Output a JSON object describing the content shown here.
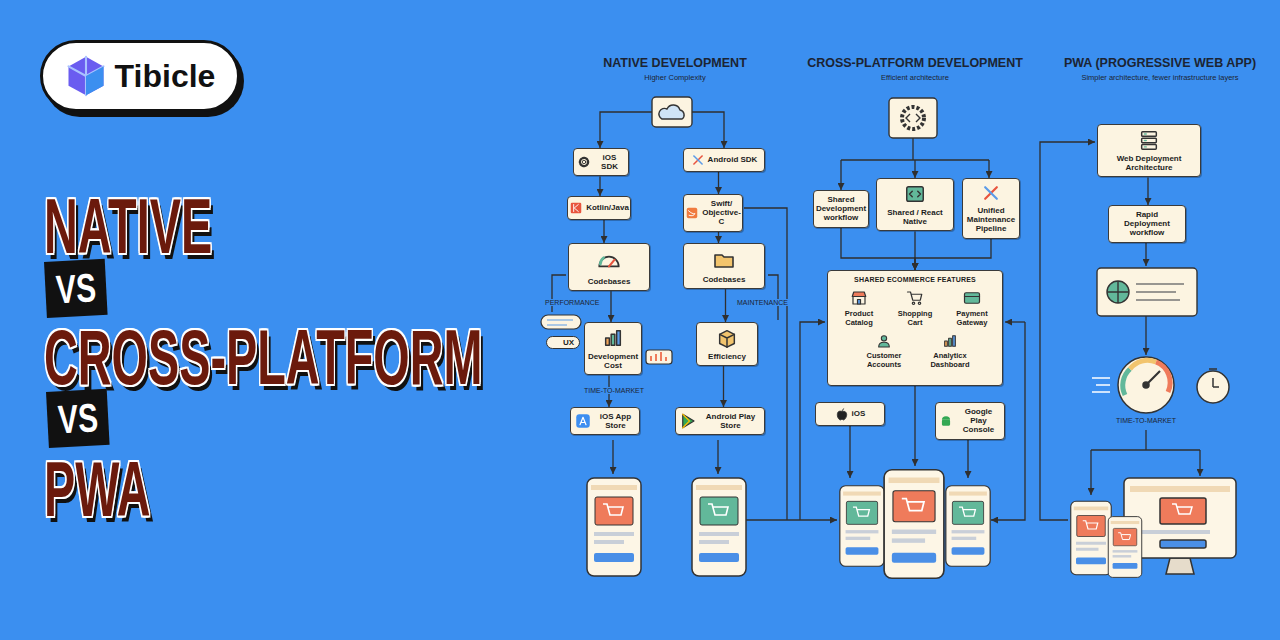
{
  "diagram": {
    "nodes": [
      {
        "text": [
          "Tibicle"
        ]
      },
      {
        "text": [
          "iOS SDK"
        ]
      },
      {
        "text": [
          "Android SDK"
        ]
      },
      {
        "text": [
          "Kotlin/Java"
        ]
      },
      {
        "text": [
          "Swift/ Objective-C"
        ]
      },
      {
        "text": [
          "Codebases"
        ]
      },
      {
        "text": [
          "Codebases"
        ]
      },
      {
        "text": [
          "Development Cost"
        ]
      },
      {
        "text": [
          "Efficiency"
        ]
      },
      {
        "text": [
          "iOS App Store"
        ]
      },
      {
        "text": [
          "Android Play Store"
        ]
      },
      {
        "text": [
          "Shared Development workflow"
        ]
      },
      {
        "text": [
          "Shared / React Native"
        ]
      },
      {
        "text": [
          "Unified Maintenance Pipeline"
        ]
      },
      {
        "text": [
          "SHARED ECOMMERCE FEATURES"
        ]
      },
      {
        "text": [
          "Product Catalog"
        ],
        "in": 14
      },
      {
        "text": [
          "Shopping Cart"
        ],
        "in": 14
      },
      {
        "text": [
          "Payment Gateway"
        ],
        "in": 14
      },
      {
        "text": [
          "Customer Accounts"
        ],
        "in": 14
      },
      {
        "text": [
          "Analyticx Dashboard"
        ],
        "in": 14
      },
      {
        "text": [
          "iOS"
        ]
      },
      {
        "text": [
          "Google Play Console"
        ]
      },
      {
        "text": [
          "Web Deployment Architecture"
        ]
      },
      {
        "text": [
          "Rapid Deployment workflow"
        ]
      }
    ],
    "edges": [
      {
        "from": 1,
        "to": 3,
        "arrow": "to"
      },
      {
        "from": 2,
        "to": 4,
        "arrow": "to"
      },
      {
        "from": 3,
        "to": 5,
        "arrow": "to"
      },
      {
        "from": 4,
        "to": 6,
        "arrow": "to"
      },
      {
        "from": 5,
        "to": 7,
        "arrow": "to"
      },
      {
        "from": 6,
        "to": 8,
        "arrow": "to"
      },
      {
        "from": 7,
        "to": 9,
        "arrow": "to"
      },
      {
        "from": 8,
        "to": 10,
        "arrow": "to"
      },
      {
        "from": 11,
        "to": 14,
        "arrow": "to"
      },
      {
        "from": 12,
        "to": 14,
        "arrow": "to"
      },
      {
        "from": 13,
        "to": 14,
        "arrow": "to"
      },
      {
        "from": 22,
        "to": 23,
        "arrow": "to"
      }
    ],
    "labels": [
      "NATIVE",
      "VS",
      "CROSS-PLATFORM",
      "VS",
      "PWA",
      "NATIVE DEVELOPMENT",
      "Higher Complexity",
      "CROSS-PLATFORM DEVELOPMENT",
      "Efficient architecture",
      "PWA (PROGRESSIVE WEB APP)",
      "Simpler architecture, fewer infrastructure layers",
      "PERFORMANCE",
      "MAINTENANCE",
      "UX",
      "TIME-TO-MARKET",
      "TIME-TO-MARKET"
    ]
  }
}
